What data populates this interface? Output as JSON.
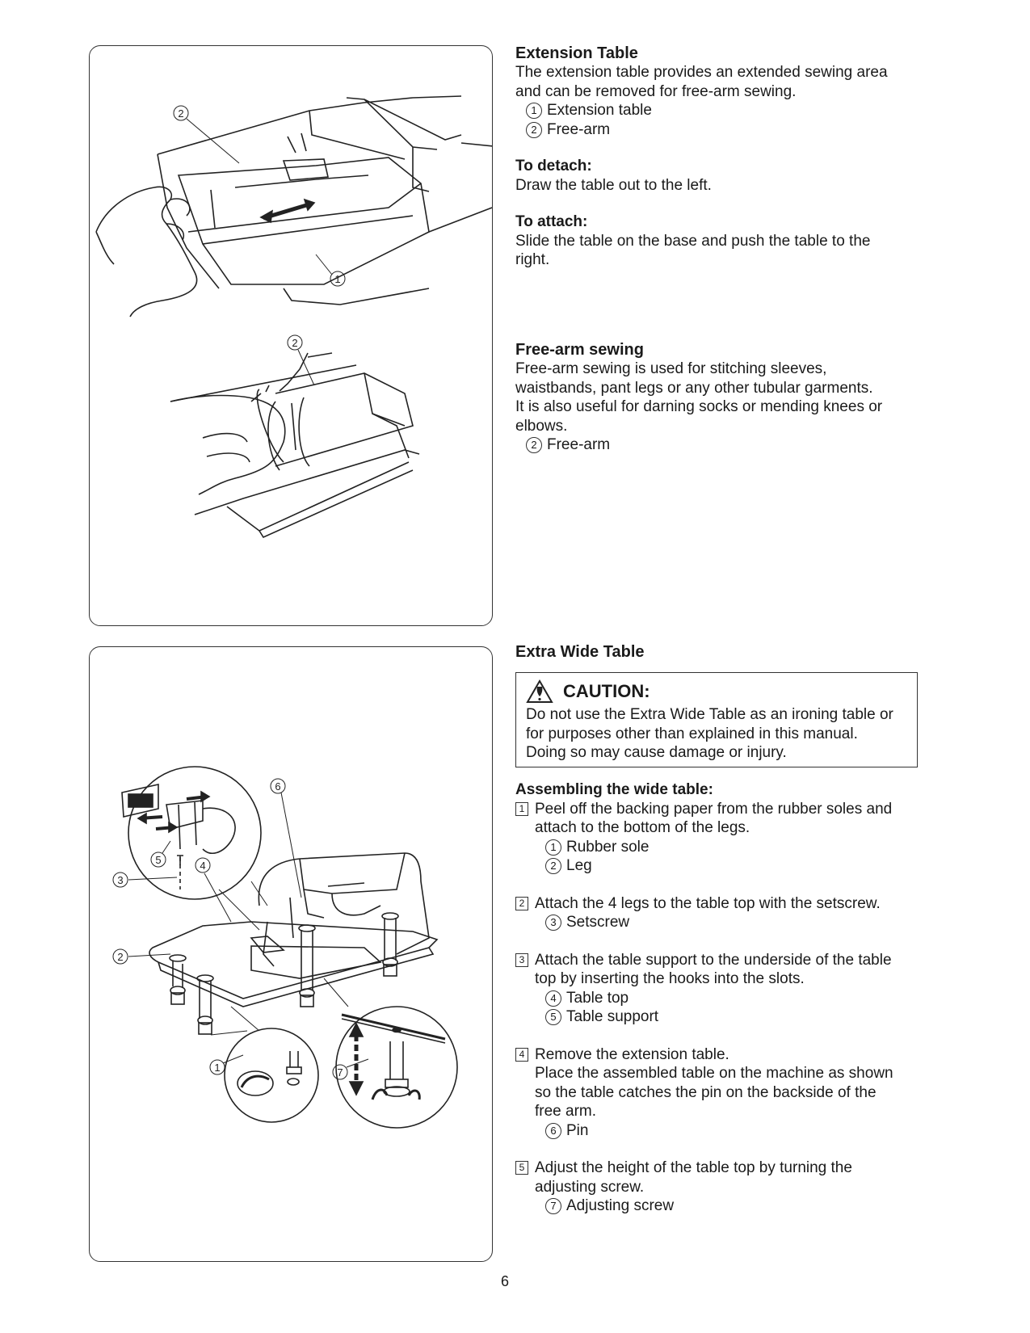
{
  "extension": {
    "title": "Extension Table",
    "desc": [
      "The extension table provides an extended sewing area",
      "and can be removed for free-arm sewing."
    ],
    "items": [
      {
        "num": "1",
        "label": "Extension table"
      },
      {
        "num": "2",
        "label": "Free-arm"
      }
    ],
    "detach_title": "To detach:",
    "detach_text": "Draw the table out to the left.",
    "attach_title": "To attach:",
    "attach_text": [
      "Slide the table on the base and push the table to the",
      "right."
    ]
  },
  "freearm": {
    "title": "Free-arm sewing",
    "desc": [
      "Free-arm sewing is used for stitching sleeves,",
      "waistbands, pant legs or any other tubular garments.",
      "It is also useful for darning socks or mending knees or",
      "elbows."
    ],
    "item": {
      "num": "2",
      "label": "Free-arm"
    }
  },
  "wide": {
    "title": "Extra Wide Table",
    "caution_title": "CAUTION:",
    "caution_text": [
      "Do not use the Extra Wide Table as an ironing table or",
      "for purposes other than explained in this manual.",
      "Doing so may cause damage or injury."
    ],
    "assembling_title": "Assembling the wide table:",
    "steps": [
      {
        "num": "1",
        "lines": [
          "Peel off the backing paper from the rubber soles and",
          "attach to the bottom of the legs."
        ],
        "items": [
          {
            "num": "1",
            "label": "Rubber sole"
          },
          {
            "num": "2",
            "label": "Leg"
          }
        ]
      },
      {
        "num": "2",
        "lines": [
          "Attach the 4 legs to the table top with the setscrew."
        ],
        "items": [
          {
            "num": "3",
            "label": "Setscrew"
          }
        ]
      },
      {
        "num": "3",
        "lines": [
          "Attach the table support to the underside of the table",
          "top by inserting the hooks into the slots."
        ],
        "items": [
          {
            "num": "4",
            "label": "Table top"
          },
          {
            "num": "5",
            "label": "Table support"
          }
        ]
      },
      {
        "num": "4",
        "lines": [
          "Remove the extension table.",
          "Place the assembled table on the machine as shown",
          "so the table catches the pin on the backside of the",
          "free arm."
        ],
        "items": [
          {
            "num": "6",
            "label": "Pin"
          }
        ]
      },
      {
        "num": "5",
        "lines": [
          "Adjust the height of the table top by turning the",
          "adjusting screw."
        ],
        "items": [
          {
            "num": "7",
            "label": "Adjusting screw"
          }
        ]
      }
    ]
  },
  "figure_labels": {
    "top": [
      "2",
      "1",
      "2"
    ],
    "bottom": [
      "6",
      "5",
      "4",
      "3",
      "2",
      "1",
      "7"
    ]
  },
  "page_number": "6"
}
